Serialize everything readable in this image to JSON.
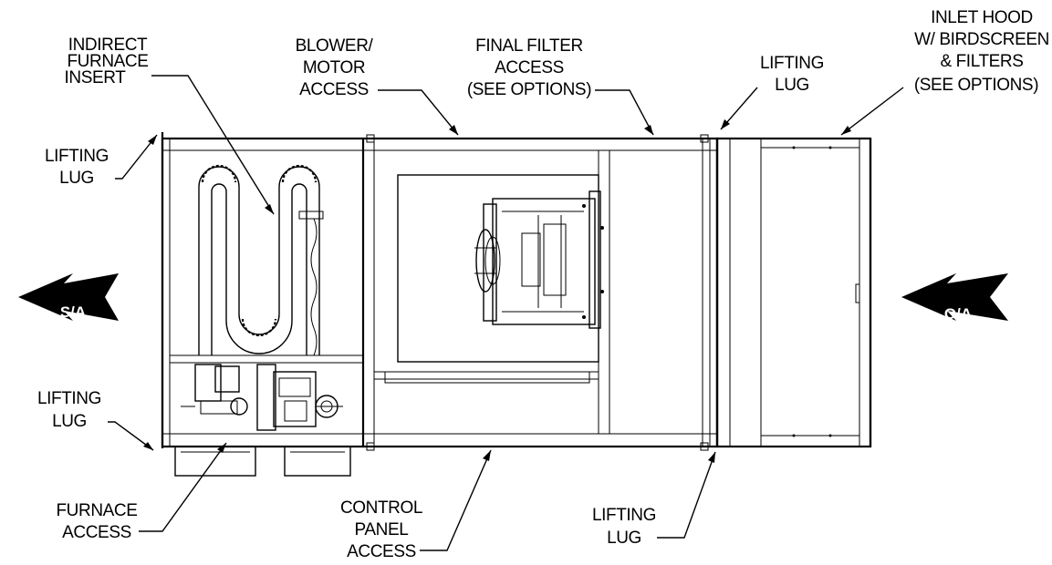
{
  "labels": {
    "indirect_furnace": [
      "INDIRECT",
      "FURNACE",
      "INSERT"
    ],
    "blower_motor": [
      "BLOWER/",
      "MOTOR",
      "ACCESS"
    ],
    "final_filter": [
      "FINAL FILTER",
      "ACCESS",
      "(SEE OPTIONS)"
    ],
    "lifting_lug_top_right": [
      "LIFTING",
      "LUG"
    ],
    "inlet_hood": [
      "INLET HOOD",
      "W/ BIRDSCREEN",
      "& FILTERS",
      "(SEE OPTIONS)"
    ],
    "lifting_lug_top_left": [
      "LIFTING",
      "LUG"
    ],
    "lifting_lug_bottom_left": [
      "LIFTING",
      "LUG"
    ],
    "furnace_access": [
      "FURNACE",
      "ACCESS"
    ],
    "control_panel": [
      "CONTROL",
      "PANEL",
      "ACCESS"
    ],
    "lifting_lug_bottom_right": [
      "LIFTING",
      "LUG"
    ]
  },
  "flow_arrows": {
    "supply_air": "S/A",
    "outside_air": "O/A"
  }
}
